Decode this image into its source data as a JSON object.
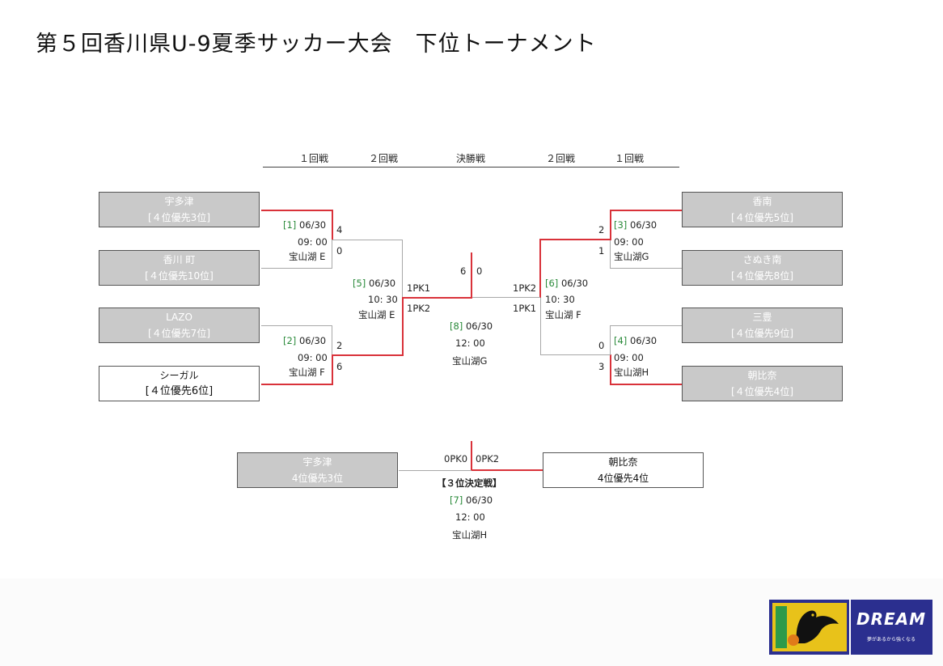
{
  "title": "第５回香川県U-9夏季サッカー大会　下位トーナメント",
  "rounds": [
    "１回戦",
    "２回戦",
    "決勝戦",
    "２回戦",
    "１回戦"
  ],
  "teams": {
    "t1": {
      "name": "宇多津",
      "seed": "[４位優先3位]"
    },
    "t2": {
      "name": "香川 町",
      "seed": "[４位優先10位]"
    },
    "t3": {
      "name": "LAZO",
      "seed": "[４位優先7位]"
    },
    "t4": {
      "name": "シーガル",
      "seed": "[４位優先6位]"
    },
    "t5": {
      "name": "香南",
      "seed": "[４位優先5位]"
    },
    "t6": {
      "name": "さぬき南",
      "seed": "[４位優先8位]"
    },
    "t7": {
      "name": "三豊",
      "seed": "[４位優先9位]"
    },
    "t8": {
      "name": "朝比奈",
      "seed": "[４位優先4位]"
    },
    "third_left": {
      "name": "宇多津",
      "seed": "4位優先3位"
    },
    "third_right": {
      "name": "朝比奈",
      "seed": "4位優先4位"
    }
  },
  "matches": {
    "m1": {
      "num": "[1]",
      "date": "06/30",
      "time": "09: 00",
      "venue": "宝山湖 E",
      "score_top": "4",
      "score_bottom": "0"
    },
    "m2": {
      "num": "[2]",
      "date": "06/30",
      "time": "09: 00",
      "venue": "宝山湖 F",
      "score_top": "2",
      "score_bottom": "6"
    },
    "m3": {
      "num": "[3]",
      "date": "06/30",
      "time": "09: 00",
      "venue": "宝山湖G",
      "score_top": "2",
      "score_bottom": "1"
    },
    "m4": {
      "num": "[4]",
      "date": "06/30",
      "time": "09: 00",
      "venue": "宝山湖H",
      "score_top": "0",
      "score_bottom": "3"
    },
    "m5": {
      "num": "[5]",
      "date": "06/30",
      "time": "10: 30",
      "venue": "宝山湖 E",
      "score_top": "1PK1",
      "score_bottom": "1PK2"
    },
    "m6": {
      "num": "[6]",
      "date": "06/30",
      "time": "10: 30",
      "venue": "宝山湖 F",
      "score_top": "1PK2",
      "score_bottom": "1PK1"
    },
    "m8": {
      "num": "[8]",
      "date": "06/30",
      "time": "12: 00",
      "venue": "宝山湖G",
      "score_left": "6",
      "score_right": "0"
    },
    "m7": {
      "label": "【３位決定戦】",
      "num": "[7]",
      "date": "06/30",
      "time": "12: 00",
      "venue": "宝山湖H",
      "score_left": "0PK0",
      "score_right": "0PK2"
    }
  },
  "logo": {
    "text": "DREAM",
    "sub": "夢があるから強くなる"
  },
  "colors": {
    "win_line": "#d9323a",
    "lose_line": "#a8a8a8",
    "loser_box": "#c9c9c9"
  }
}
